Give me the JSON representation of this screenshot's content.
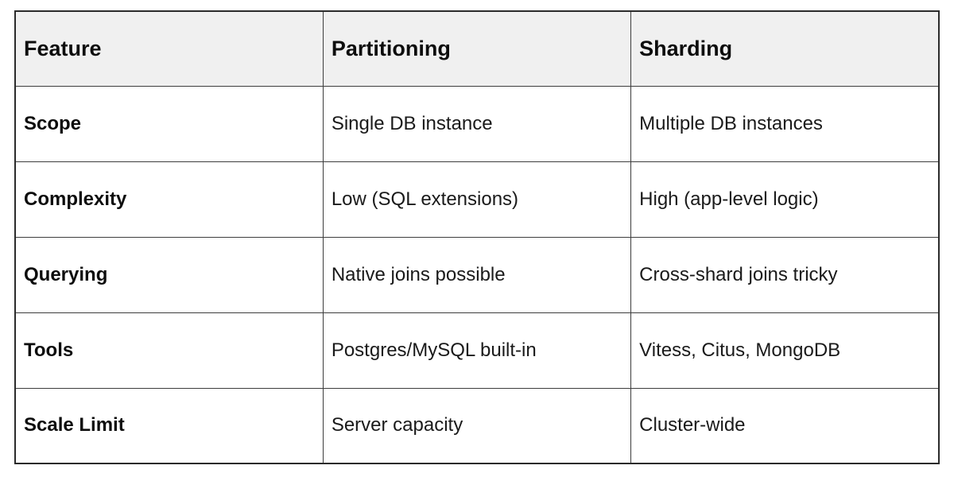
{
  "table": {
    "columns": {
      "feature": "Feature",
      "partitioning": "Partitioning",
      "sharding": "Sharding"
    },
    "rows": [
      {
        "feature": "Scope",
        "partitioning": "Single DB instance",
        "sharding": "Multiple DB instances"
      },
      {
        "feature": "Complexity",
        "partitioning": "Low (SQL extensions)",
        "sharding": "High (app-level logic)"
      },
      {
        "feature": "Querying",
        "partitioning": "Native joins possible",
        "sharding": "Cross-shard joins tricky"
      },
      {
        "feature": "Tools",
        "partitioning": "Postgres/MySQL built-in",
        "sharding": "Vitess, Citus, MongoDB"
      },
      {
        "feature": "Scale Limit",
        "partitioning": "Server capacity",
        "sharding": "Cluster-wide"
      }
    ],
    "colors": {
      "header_background": "#f0f0f0",
      "border": "#3d3d3d",
      "text": "#1a1a1a"
    }
  }
}
